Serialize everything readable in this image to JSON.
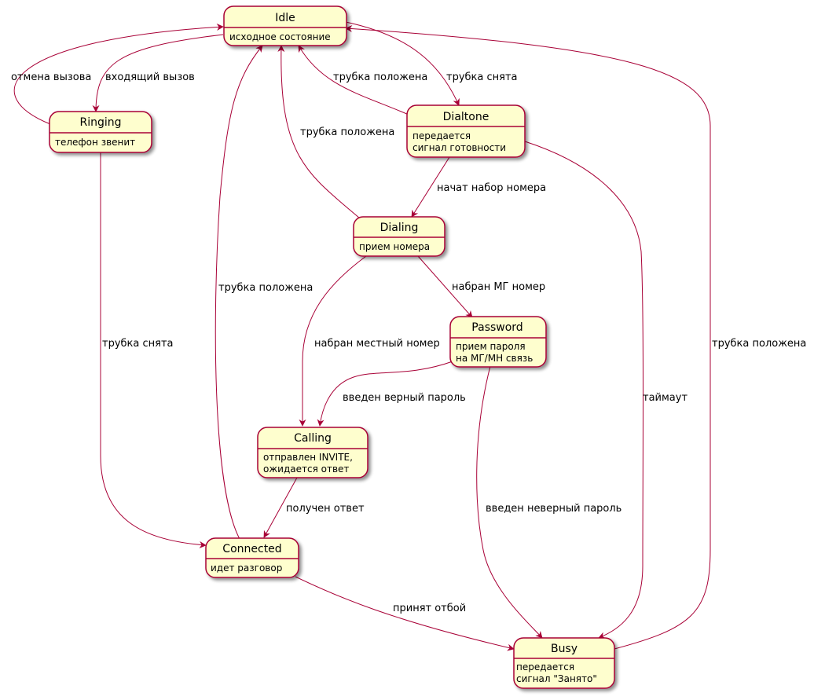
{
  "colors": {
    "state_fill": "#FEFECE",
    "state_border": "#A80036",
    "edge": "#A80036",
    "shadow": "#888888",
    "text": "#000000"
  },
  "states": {
    "idle": {
      "name": "Idle",
      "desc": [
        "исходное состояние"
      ]
    },
    "ringing": {
      "name": "Ringing",
      "desc": [
        "телефон звенит"
      ]
    },
    "dialtone": {
      "name": "Dialtone",
      "desc": [
        "передается",
        "сигнал готовности"
      ]
    },
    "dialing": {
      "name": "Dialing",
      "desc": [
        "прием номера"
      ]
    },
    "password": {
      "name": "Password",
      "desc": [
        "прием пароля",
        "на МГ/МН связь"
      ]
    },
    "calling": {
      "name": "Calling",
      "desc": [
        "отправлен INVITE,",
        "ожидается ответ"
      ]
    },
    "connected": {
      "name": "Connected",
      "desc": [
        "идет разговор"
      ]
    },
    "busy": {
      "name": "Busy",
      "desc": [
        "передается",
        "сигнал \"Занято\""
      ]
    }
  },
  "transitions": {
    "ringing_idle": {
      "from": "Ringing",
      "to": "Idle",
      "label": "отмена вызова"
    },
    "idle_ringing": {
      "from": "Idle",
      "to": "Ringing",
      "label": "входящий вызов"
    },
    "dialtone_idle": {
      "from": "Dialtone",
      "to": "Idle",
      "label": "трубка положена"
    },
    "idle_dialtone": {
      "from": "Idle",
      "to": "Dialtone",
      "label": "трубка снята"
    },
    "dialing_idle": {
      "from": "Dialing",
      "to": "Idle",
      "label": "трубка положена"
    },
    "dialtone_dialing": {
      "from": "Dialtone",
      "to": "Dialing",
      "label": "начат набор номера"
    },
    "connected_idle": {
      "from": "Connected",
      "to": "Idle",
      "label": "трубка положена"
    },
    "ringing_connected": {
      "from": "Ringing",
      "to": "Connected",
      "label": "трубка снята"
    },
    "dialing_password": {
      "from": "Dialing",
      "to": "Password",
      "label": "набран МГ номер"
    },
    "dialing_calling": {
      "from": "Dialing",
      "to": "Calling",
      "label": "набран местный номер"
    },
    "password_calling": {
      "from": "Password",
      "to": "Calling",
      "label": "введен верный пароль"
    },
    "password_busy": {
      "from": "Password",
      "to": "Busy",
      "label": "введен неверный пароль"
    },
    "dialtone_busy": {
      "from": "Dialtone",
      "to": "Busy",
      "label": "таймаут"
    },
    "busy_idle": {
      "from": "Busy",
      "to": "Idle",
      "label": "трубка положена"
    },
    "calling_connected": {
      "from": "Calling",
      "to": "Connected",
      "label": "получен ответ"
    },
    "connected_busy": {
      "from": "Connected",
      "to": "Busy",
      "label": "принят отбой"
    }
  }
}
